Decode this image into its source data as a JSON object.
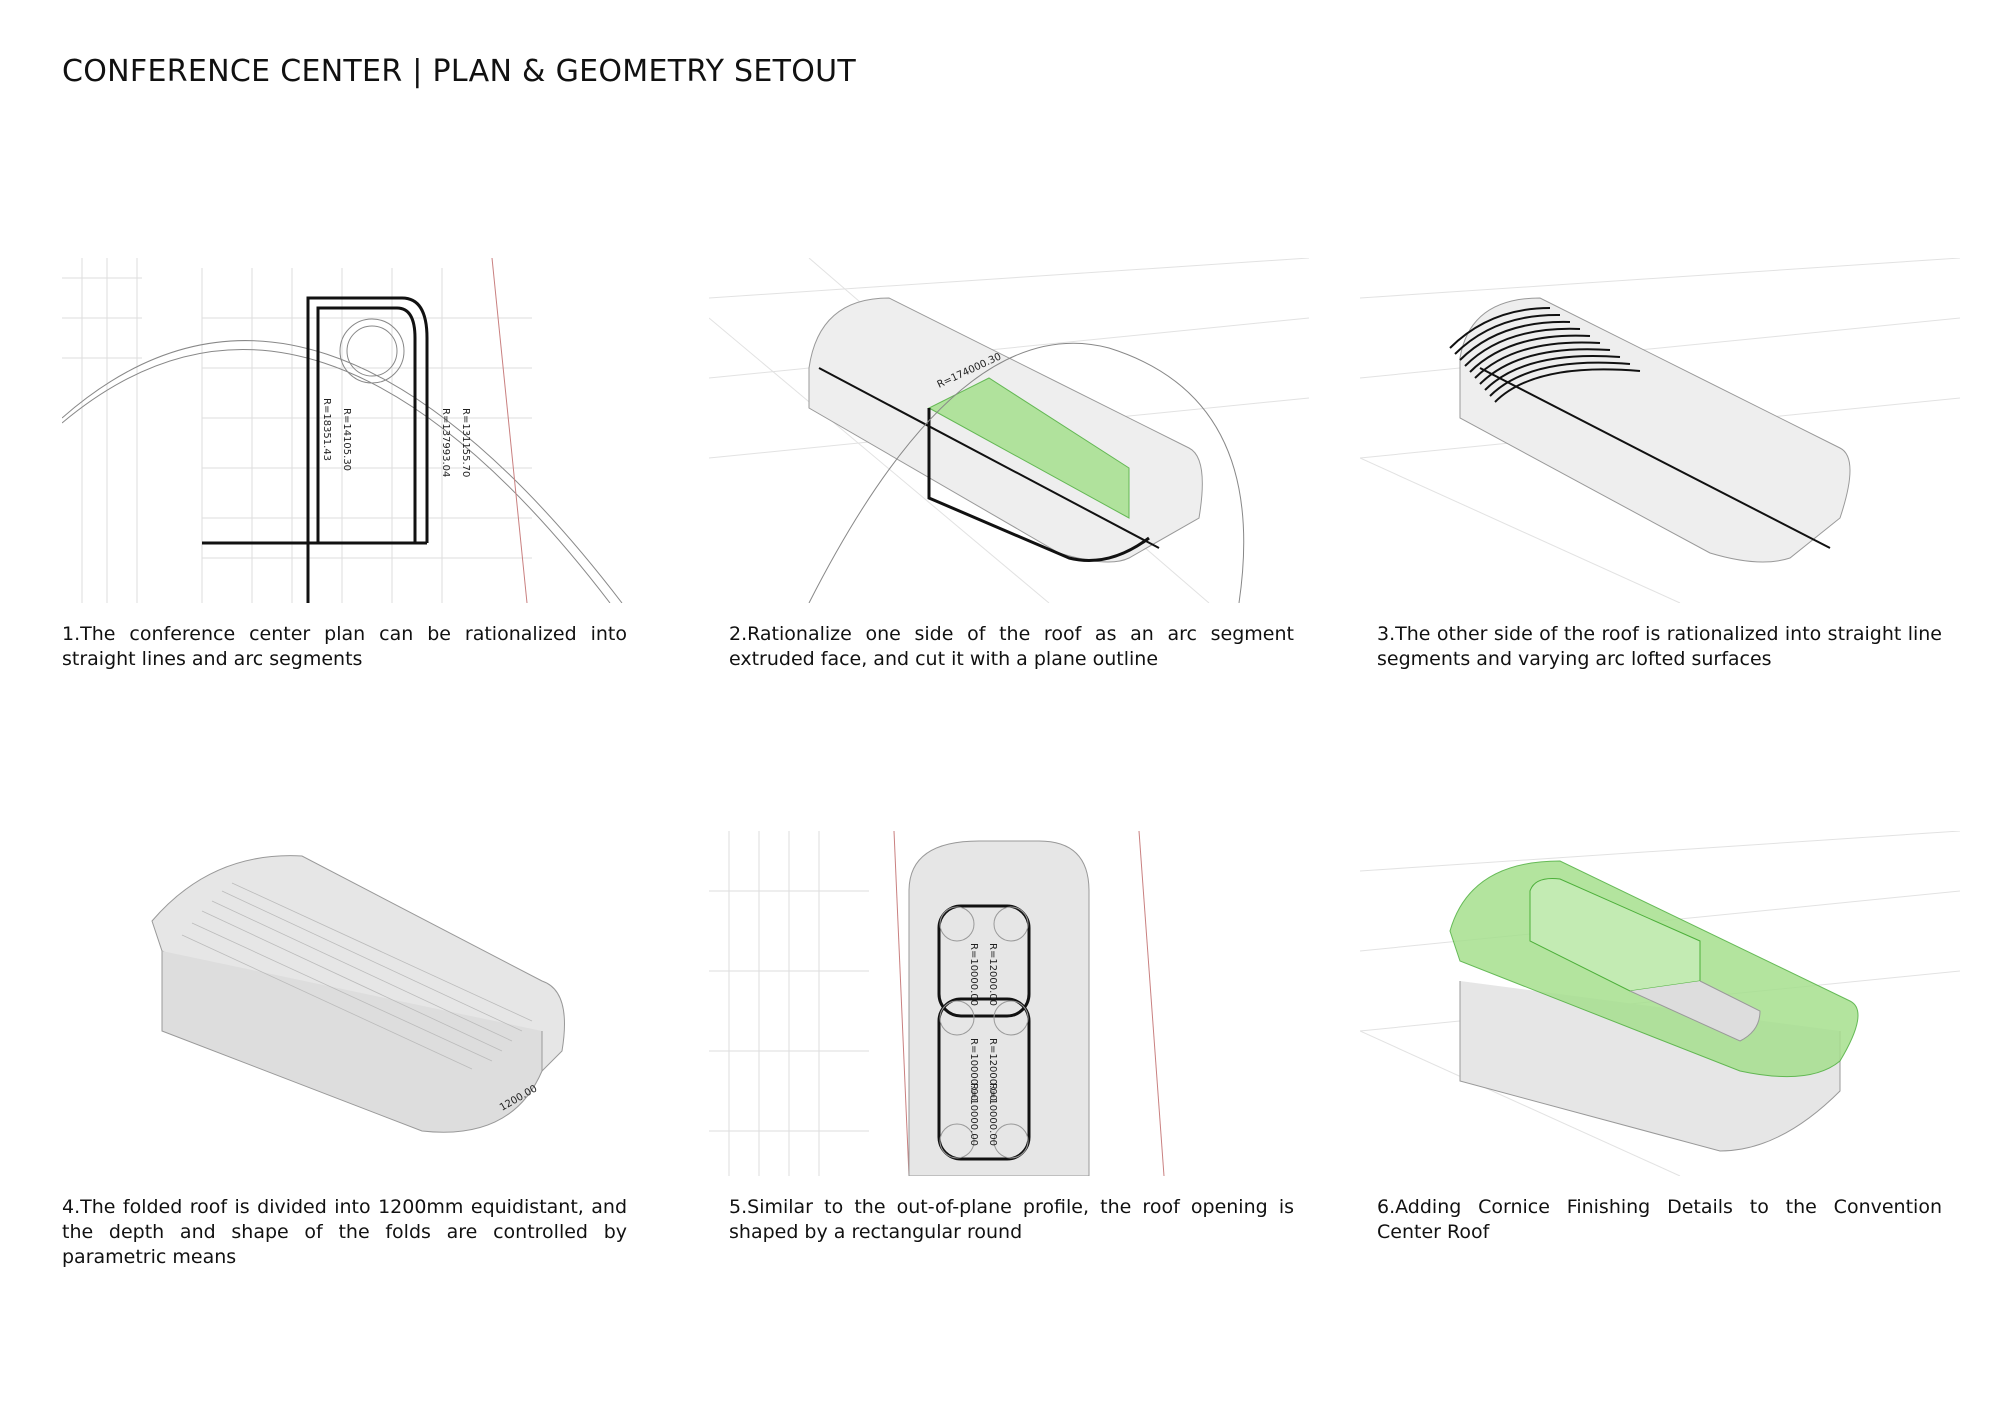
{
  "title": "CONFERENCE CENTER | PLAN & GEOMETRY SETOUT",
  "panels": [
    {
      "caption": "1.The conference center plan can be rationalized into straight lines and arc segments",
      "dims": [
        "R=18351.43",
        "R=14105.30",
        "R=137993.04",
        "R=131155.70"
      ]
    },
    {
      "caption": "2.Rationalize one side of the roof as an arc segment extruded face, and cut it with a plane outline",
      "dims": [
        "R=174000.30"
      ]
    },
    {
      "caption": "3.The other side of the roof is rationalized into straight line segments and varying arc lofted surfaces"
    },
    {
      "caption": "4.The folded roof is divided into 1200mm equidistant, and the depth and shape of the folds are controlled by parametric means",
      "dims": [
        "1200.00"
      ]
    },
    {
      "caption": "5.Similar to the out-of-plane profile, the roof opening is shaped by a rectangular round",
      "dims": [
        "R=10000.00",
        "R=12000.00",
        "R=10000.00",
        "R=12000.00",
        "R=10000.00",
        "R=10000.00"
      ]
    },
    {
      "caption": "6.Adding Cornice Finishing Details to the Convention Center Roof"
    }
  ],
  "colors": {
    "green": "#8fd47a",
    "green_stroke": "#4caf3a",
    "grid": "#dcdcdc",
    "red_line": "#c98080"
  }
}
